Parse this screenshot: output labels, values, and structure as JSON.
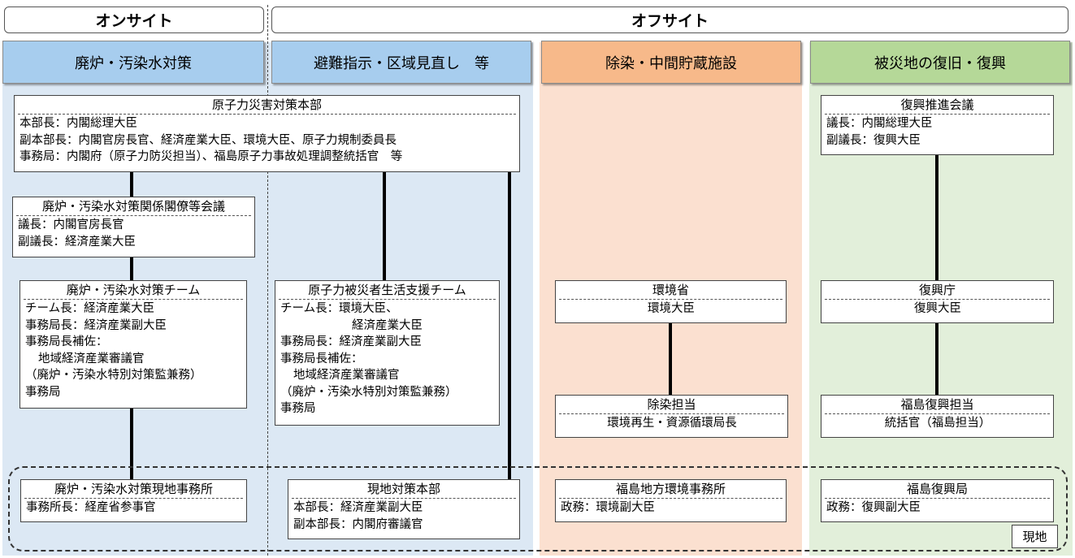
{
  "top_labels": {
    "onsite": "オンサイト",
    "offsite": "オフサイト"
  },
  "columns": [
    {
      "header": "廃炉・汚染水対策",
      "bg": "#dce8f4",
      "head_color": "#a7cdee"
    },
    {
      "header": "避難指示・区域見直し　等",
      "bg": "#dce8f4",
      "head_color": "#a7cdee"
    },
    {
      "header": "除染・中間貯蔵施設",
      "bg": "#fbe0d0",
      "head_color": "#f7b98a"
    },
    {
      "header": "被災地の復旧・復興",
      "bg": "#e2efda",
      "head_color": "#b5d898"
    }
  ],
  "boxes": {
    "hq": {
      "title": "原子力災害対策本部",
      "lines": [
        "本部長：内閣総理大臣",
        "副本部長：内閣官房長官、経済産業大臣、環境大臣、原子力規制委員長",
        "事務局：内閣府（原子力防災担当）、福島原子力事故処理調整統括官　等"
      ]
    },
    "ministerial": {
      "title": "廃炉・汚染水対策関係閣僚等会議",
      "lines": [
        "議長：内閣官房長官",
        "副議長：経済産業大臣"
      ]
    },
    "decom_team": {
      "title": "廃炉・汚染水対策チーム",
      "lines": [
        "チーム長：経済産業大臣",
        "事務局長：経済産業副大臣",
        "事務局長補佐：",
        "地域経済産業審議官",
        "（廃炉・汚染水特別対策監兼務）",
        "事務局"
      ]
    },
    "support_team": {
      "title": "原子力被災者生活支援チーム",
      "lines": [
        "チーム長：環境大臣、",
        "経済産業大臣",
        "事務局長：経済産業副大臣",
        "事務局長補佐：",
        "地域経済産業審議官",
        "（廃炉・汚染水特別対策監兼務）",
        "事務局"
      ]
    },
    "moe": {
      "title": "環境省",
      "lines": [
        "環境大臣"
      ]
    },
    "decon": {
      "title": "除染担当",
      "lines": [
        "環境再生・資源循環局長"
      ]
    },
    "recon_council": {
      "title": "復興推進会議",
      "lines": [
        "議長：内閣総理大臣",
        "副議長：復興大臣"
      ]
    },
    "recon_agency": {
      "title": "復興庁",
      "lines": [
        "復興大臣"
      ]
    },
    "fukushima_recon_charge": {
      "title": "福島復興担当",
      "lines": [
        "統括官（福島担当）"
      ]
    },
    "decom_local": {
      "title": "廃炉・汚染水対策現地事務所",
      "lines": [
        "事務所長：経産省参事官"
      ]
    },
    "local_hq": {
      "title": "現地対策本部",
      "lines": [
        "本部長：経済産業副大臣",
        "副本部長：内閣府審議官"
      ]
    },
    "fukushima_env_office": {
      "title": "福島地方環境事務所",
      "lines": [
        "政務：環境副大臣"
      ]
    },
    "fukushima_recon_bureau": {
      "title": "福島復興局",
      "lines": [
        "政務：復興副大臣"
      ]
    }
  },
  "local_region_label": "現地"
}
